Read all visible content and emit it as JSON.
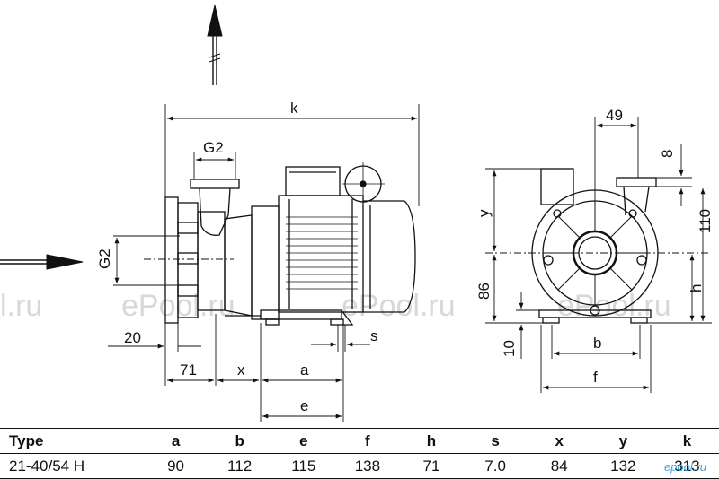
{
  "dimension_labels": {
    "k": "k",
    "g2_top": "G2",
    "g2_side": "G2",
    "d20": "20",
    "d71": "71",
    "x": "x",
    "a": "a",
    "e": "e",
    "s": "s",
    "d49": "49",
    "d8": "8",
    "y": "y",
    "d110": "110",
    "d86": "86",
    "h": "h",
    "d10": "10",
    "b": "b",
    "f": "f"
  },
  "watermarks": [
    "l.ru",
    "ePool.ru",
    "ePool.ru",
    "ePool.ru"
  ],
  "site_label": "epool.ru",
  "table": {
    "headers": [
      "Type",
      "a",
      "b",
      "e",
      "f",
      "h",
      "s",
      "x",
      "y",
      "k"
    ],
    "row": [
      "21-40/54 H",
      "90",
      "112",
      "115",
      "138",
      "71",
      "7.0",
      "84",
      "132",
      "313"
    ]
  }
}
